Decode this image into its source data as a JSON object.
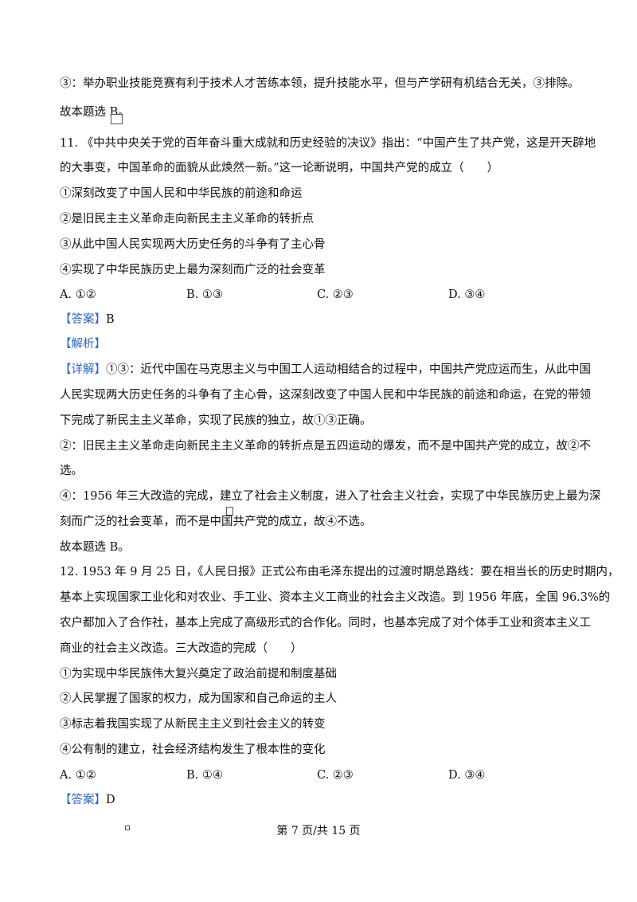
{
  "section_prev": {
    "analysis3": "③：举办职业技能竞赛有利于技术人才苦练本领，提升技能水平，但与产学研有机结合无关，③排除。",
    "conclusion": "故本题选 B。"
  },
  "q11": {
    "stem_line1": "11. 《中共中央关于党的百年奋斗重大成就和历史经验的决议》指出：“中国产生了共产党，这是开天辟地",
    "stem_line2": "的大事变，中国革命的面貌从此焕然一新。”这一论断说明，中国共产党的成立（　　）",
    "items": [
      "①深刻改变了中国人民和中华民族的前途和命运",
      "②是旧民主主义革命走向新民主主义革命的转折点",
      "③从此中国人民实现两大历史任务的斗争有了主心骨",
      "④实现了中华民族历史上最为深刻而广泛的社会变革"
    ],
    "options": [
      "A. ①②",
      "B. ①③",
      "C. ②③",
      "D. ③④"
    ],
    "answer_tag": "【答案】",
    "answer_value": "B",
    "analysis_tag": "【解析】",
    "detail_tag": "【详解】",
    "detail_line1": "①③：近代中国在马克思主义与中国工人运动相结合的过程中，中国共产党应运而生，从此中国",
    "detail_line2": "人民实现两大历史任务的斗争有了主心骨，这深刻改变了中国人民和中华民族的前途和命运，在党的带领",
    "detail_line3": "下完成了新民主主义革命，实现了民族的独立，故①③正确。",
    "detail_line4": "②：旧民主主义革命走向新民主主义革命的转折点是五四运动的爆发，而不是中国共产党的成立，故②不",
    "detail_line5": "选。",
    "detail_line6": "④：1956 年三大改造的完成，建立了社会主义制度，进入了社会主义社会，实现了中华民族历史上最为深",
    "detail_line7": "刻而广泛的社会变革，而不是中国共产党的成立，故④不选。",
    "conclusion": "故本题选 B。"
  },
  "q12": {
    "stem_line1": "12. 1953 年 9 月 25 日，《人民日报》正式公布由毛泽东提出的过渡时期总路线：要在相当长的历史时期内，",
    "stem_line2": "基本上实现国家工业化和对农业、手工业、资本主义工商业的社会主义改造。到 1956 年底，全国 96.3%的",
    "stem_line3": "农户都加入了合作社，基本上完成了高级形式的合作化。同时，也基本完成了对个体手工业和资本主义工",
    "stem_line4": "商业的社会主义改造。三大改造的完成（　　）",
    "items": [
      "①为实现中华民族伟大复兴奠定了政治前提和制度基础",
      "②人民掌握了国家的权力，成为国家和自己命运的主人",
      "③标志着我国实现了从新民主主义到社会主义的转变",
      "④公有制的建立，社会经济结构发生了根本性的变化"
    ],
    "options": [
      "A. ①②",
      "B. ①④",
      "C. ②③",
      "D. ③④"
    ],
    "answer_tag": "【答案】",
    "answer_value": "D"
  },
  "footer": {
    "page_label": "第 7 页/共 15 页"
  }
}
